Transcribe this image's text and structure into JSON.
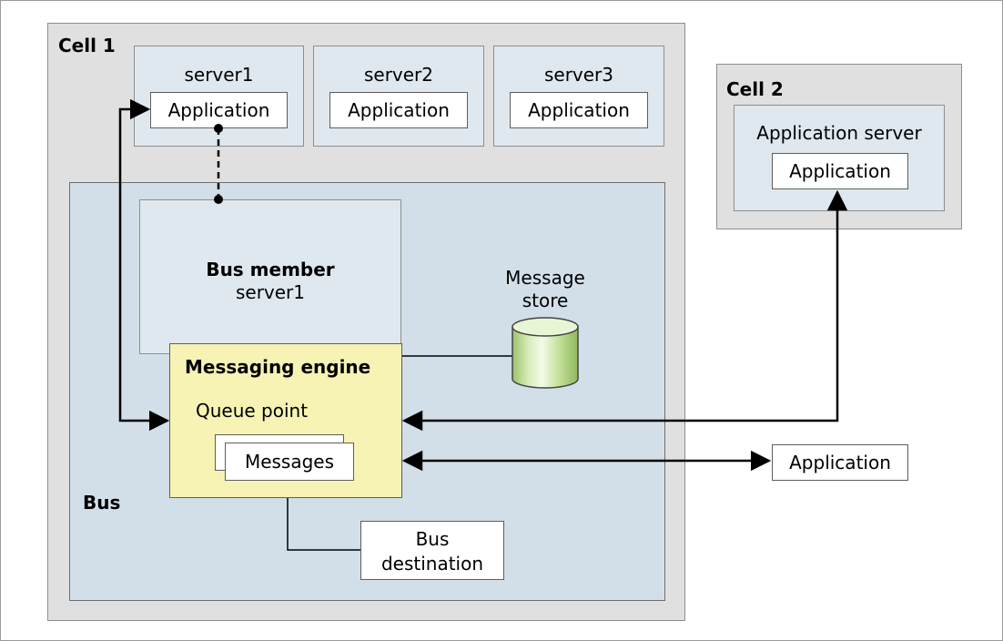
{
  "cell1": {
    "label": "Cell 1",
    "servers": [
      {
        "name": "server1",
        "app_label": "Application"
      },
      {
        "name": "server2",
        "app_label": "Application"
      },
      {
        "name": "server3",
        "app_label": "Application"
      }
    ]
  },
  "cell2": {
    "label": "Cell 2",
    "server_label": "Application server",
    "app_label": "Application"
  },
  "bus": {
    "label": "Bus",
    "member_title": "Bus member",
    "member_server": "server1",
    "message_store_line1": "Message",
    "message_store_line2": "store",
    "engine_title": "Messaging engine",
    "queue_point": "Queue point",
    "messages": "Messages",
    "destination_line1": "Bus",
    "destination_line2": "destination"
  },
  "external_app": "Application",
  "colors": {
    "cell_bg": "#e0e0e0",
    "server_bg": "#dfe8ef",
    "bus_bg": "#d2dfe8",
    "engine_bg": "#f7f3b5",
    "store_green": "#b6d98a"
  }
}
